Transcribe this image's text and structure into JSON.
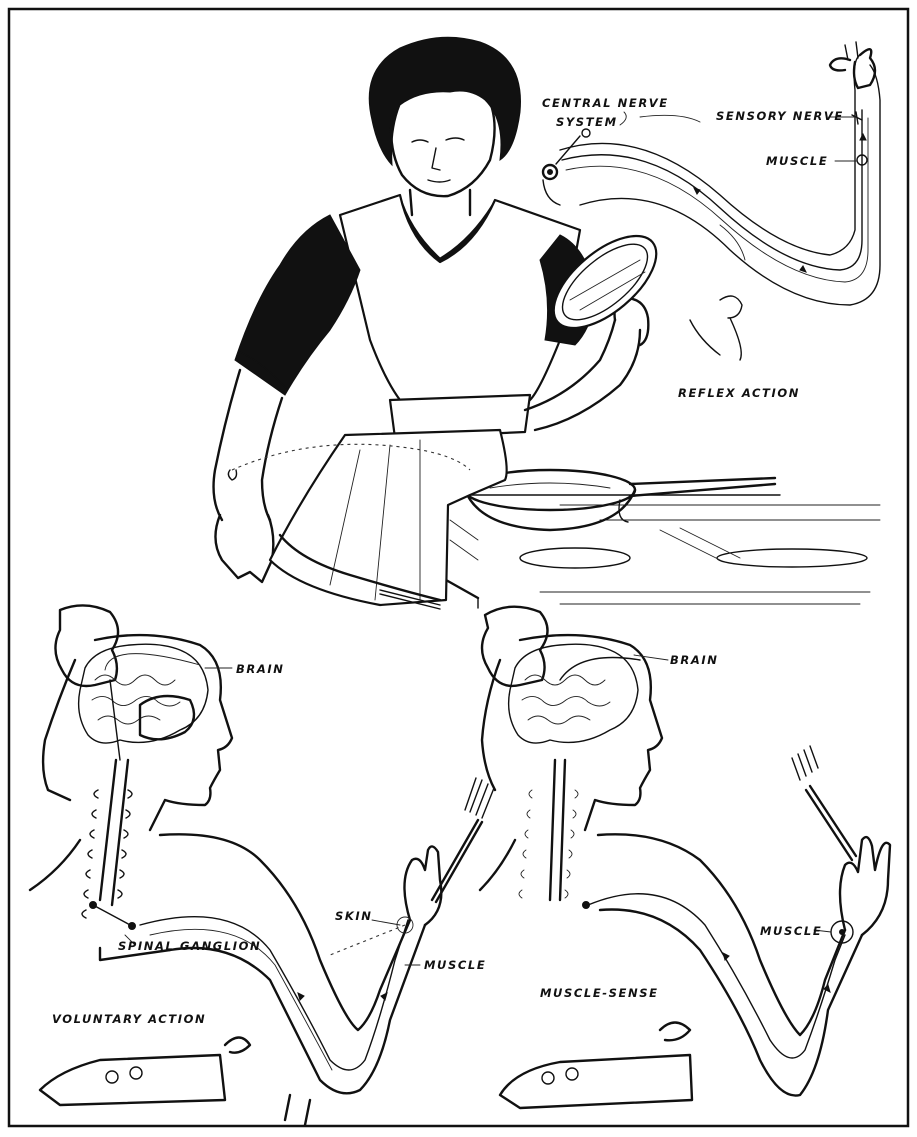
{
  "figure": {
    "reflex_panel": {
      "caption": "REFLEX ACTION",
      "labels": {
        "central_nerve_line1": "CENTRAL NERVE",
        "central_nerve_line2": "SYSTEM",
        "sensory_nerve": "SENSORY NERVE",
        "muscle": "MUSCLE"
      }
    },
    "voluntary_panel": {
      "caption": "VOLUNTARY ACTION",
      "labels": {
        "brain": "BRAIN",
        "spinal_ganglion": "SPINAL GANGLION",
        "skin": "SKIN",
        "muscle": "MUSCLE"
      }
    },
    "muscle_sense_panel": {
      "caption": "MUSCLE-SENSE",
      "labels": {
        "brain": "BRAIN",
        "muscle": "MUSCLE"
      }
    }
  }
}
